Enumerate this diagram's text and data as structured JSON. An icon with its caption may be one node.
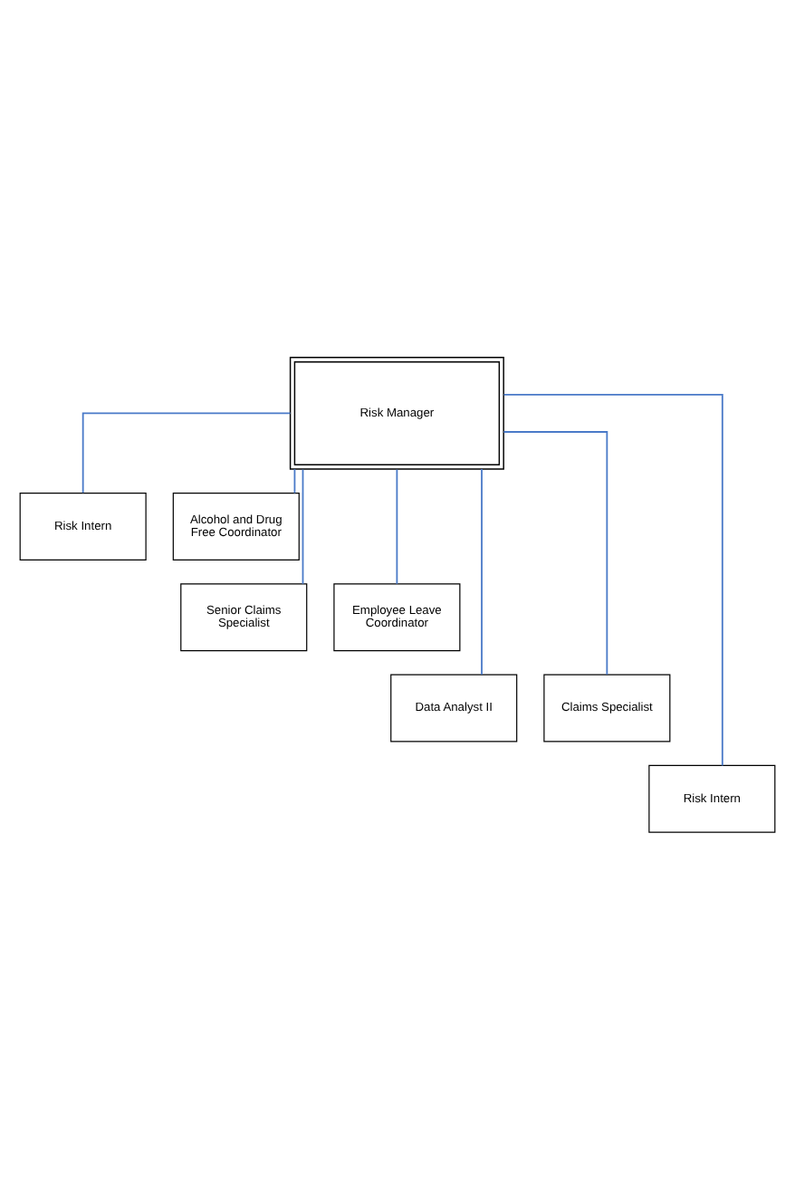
{
  "diagram": {
    "nodes": [
      {
        "text": [
          "Risk Manager"
        ]
      },
      {
        "text": [
          "Risk Intern"
        ]
      },
      {
        "text": [
          "Alcohol and Drug Free Coordinator"
        ]
      },
      {
        "text": [
          "Senior Claims Specialist"
        ]
      },
      {
        "text": [
          "Employee Leave Coordinator"
        ]
      },
      {
        "text": [
          "Data Analyst II"
        ]
      },
      {
        "text": [
          "Claims Specialist"
        ]
      },
      {
        "text": [
          "Risk Intern"
        ]
      }
    ],
    "edges": [
      {
        "from": 0,
        "to": 1,
        "arrow": "none"
      },
      {
        "from": 0,
        "to": 2,
        "arrow": "none"
      },
      {
        "from": 0,
        "to": 3,
        "arrow": "none"
      },
      {
        "from": 0,
        "to": 4,
        "arrow": "none"
      },
      {
        "from": 0,
        "to": 5,
        "arrow": "none"
      },
      {
        "from": 0,
        "to": 6,
        "arrow": "none"
      },
      {
        "from": 0,
        "to": 7,
        "arrow": "none"
      }
    ]
  }
}
